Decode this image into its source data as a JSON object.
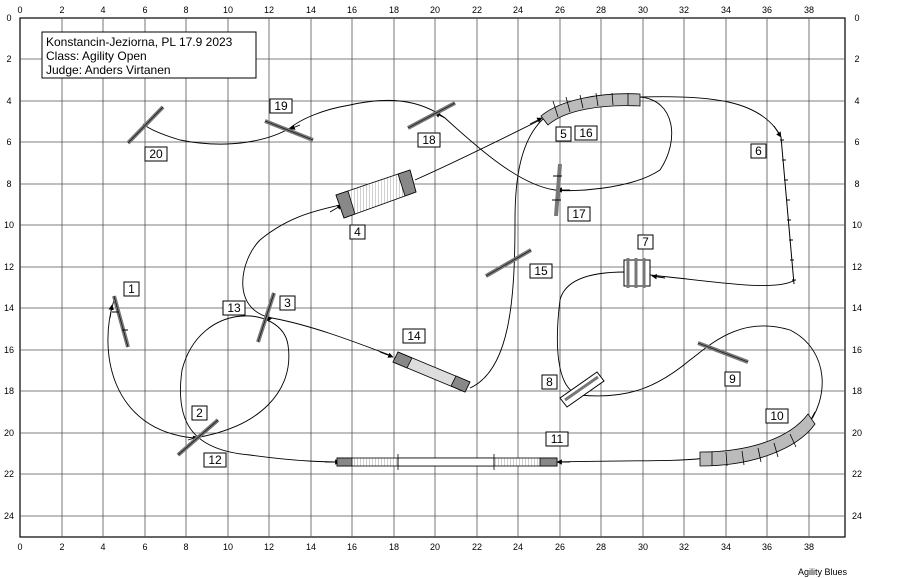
{
  "info": {
    "line1": "Konstancin-Jeziorna, PL 17.9 2023",
    "line2": "Class: Agility Open",
    "line3": "Judge: Anders Virtanen"
  },
  "axes": {
    "x_ticks": [
      "0",
      "2",
      "4",
      "6",
      "8",
      "10",
      "12",
      "14",
      "16",
      "18",
      "20",
      "22",
      "24",
      "26",
      "28",
      "30",
      "32",
      "34",
      "36",
      "38"
    ],
    "y_ticks": [
      "0",
      "2",
      "4",
      "6",
      "8",
      "10",
      "12",
      "14",
      "16",
      "18",
      "20",
      "22",
      "24"
    ]
  },
  "obstacles": {
    "n1": "1",
    "n2": "2",
    "n3": "3",
    "n4": "4",
    "n5": "5",
    "n6": "6",
    "n7": "7",
    "n8": "8",
    "n9": "9",
    "n10": "10",
    "n11": "11",
    "n12": "12",
    "n13": "13",
    "n14": "14",
    "n15": "15",
    "n16": "16",
    "n17": "17",
    "n18": "18",
    "n19": "19",
    "n20": "20"
  },
  "credit": "Agility Blues",
  "colors": {
    "ink": "#000000",
    "grey": "#8c8c8c",
    "light": "#d0d0d0",
    "paper": "#ffffff"
  }
}
